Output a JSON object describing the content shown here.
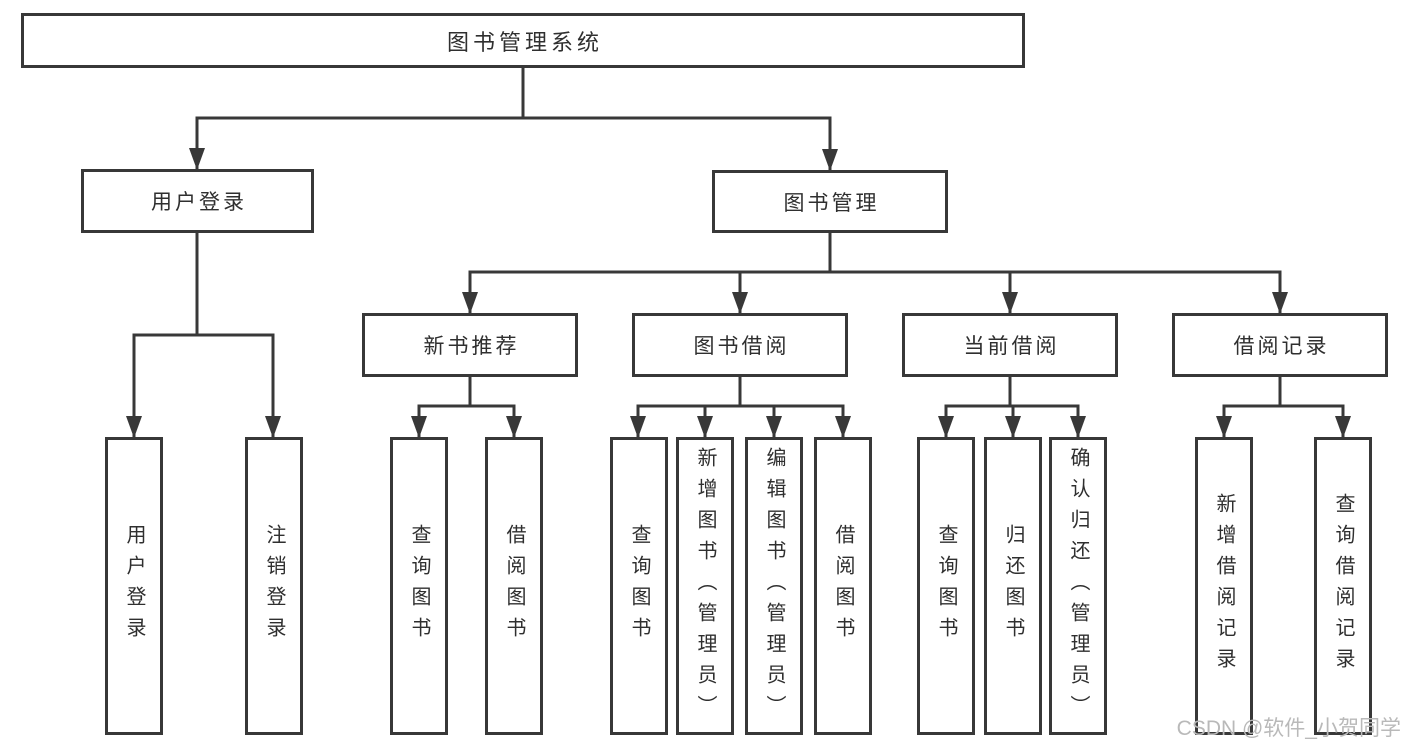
{
  "diagram": {
    "title": "图书管理系统",
    "level2": {
      "user": "用户登录",
      "books": "图书管理"
    },
    "level3": {
      "newbook": "新书推荐",
      "borrow": "图书借阅",
      "current": "当前借阅",
      "records": "借阅记录"
    },
    "leaves": {
      "user": [
        "用户登录",
        "注销登录"
      ],
      "newbook": [
        "查询图书",
        "借阅图书"
      ],
      "borrow": [
        "查询图书",
        "新增图书（管理员）",
        "编辑图书（管理员）",
        "借阅图书"
      ],
      "current": [
        "查询图书",
        "归还图书",
        "确认归还（管理员）"
      ],
      "records": [
        "新增借阅记录",
        "查询借阅记录"
      ]
    }
  },
  "watermark": "CSDN @软件_小贺同学",
  "colors": {
    "line": "#383838",
    "text": "#2f2f2f",
    "watermark": "#b9b9b9",
    "background": "#ffffff"
  }
}
